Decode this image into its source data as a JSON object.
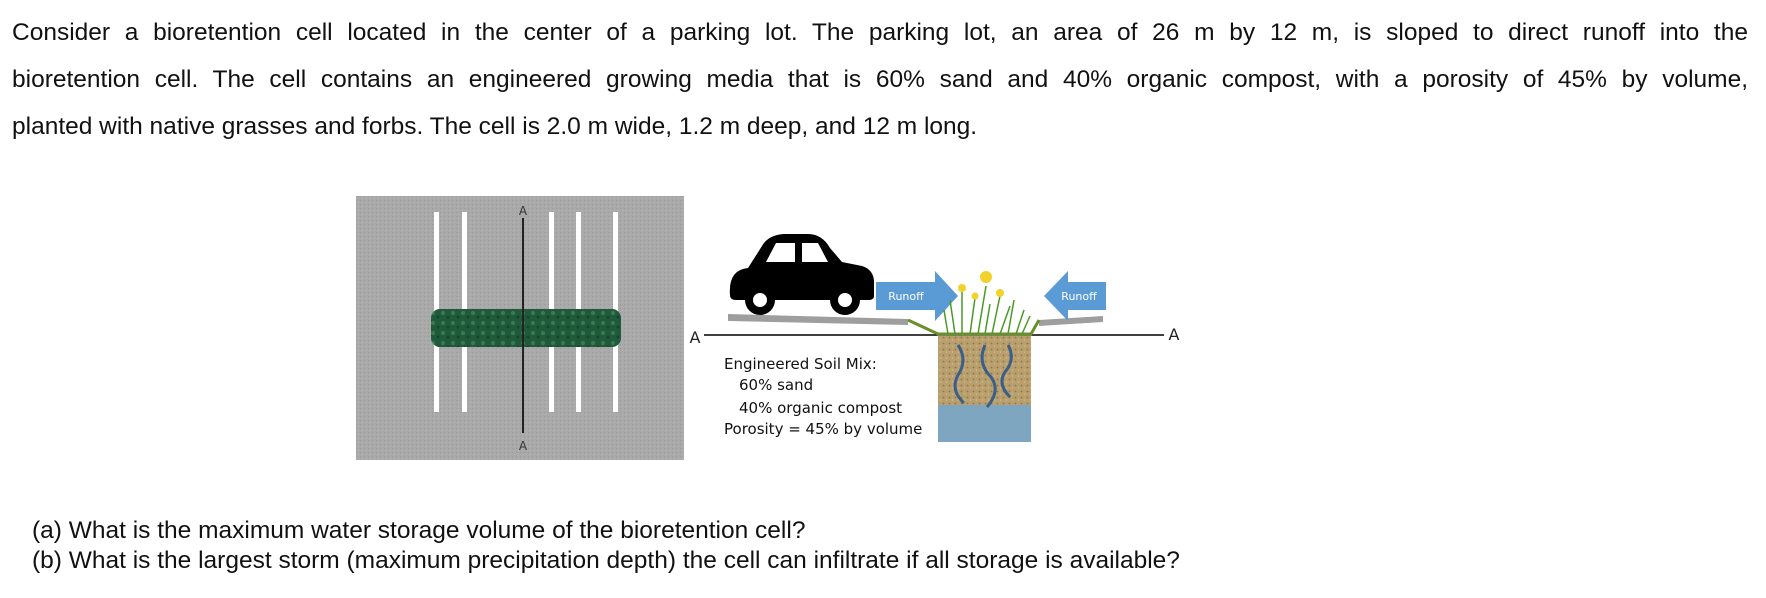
{
  "problem": {
    "intro_lines": [
      "Consider a bioretention cell located in the center of a parking lot. The parking lot, an area of 26 m by 12 m, is sloped to direct runoff into the",
      "bioretention cell. The cell contains an engineered growing media that is 60% sand and 40% organic compost, with a porosity of 45% by volume,",
      "planted with native grasses and forbs. The cell is 2.0 m wide, 1.2 m deep, and 12 m long."
    ],
    "questions": [
      "(a) What is the maximum water storage volume of the bioretention cell?",
      "(b) What is the largest storm (maximum precipitation depth) the cell can infiltrate if all storage is available?"
    ]
  },
  "figure": {
    "plan_view": {
      "section_label_top": "A",
      "section_label_bottom": "A"
    },
    "section_view": {
      "left_marker": "A",
      "right_marker": "A",
      "runoff_left": "Runoff",
      "runoff_right": "Runoff",
      "soil_mix_title": "Engineered Soil Mix:",
      "soil_mix_sand": "60% sand",
      "soil_mix_compost": "40% organic compost",
      "soil_mix_porosity": "Porosity = 45% by volume"
    },
    "colors": {
      "parking_lot": "#a8a8a8",
      "cell_green": "#1f5b3a",
      "runoff_arrow": "#5b9bd5",
      "soil": "#b49a6a",
      "water_zone": "#7fa6c0"
    }
  }
}
